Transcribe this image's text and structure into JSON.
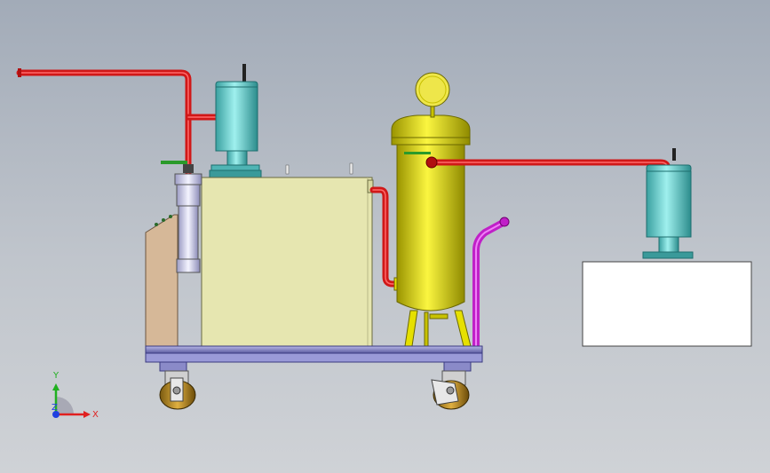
{
  "viewport": {
    "background_top": "#a2abb8",
    "background_bottom": "#cfd2d6"
  },
  "colors": {
    "pipe_red": "#d01818",
    "pipe_magenta": "#c020c8",
    "vessel_yellow": "#e6e000",
    "filter_cyan": "#6fd0d0",
    "cabinet_cream": "#e6e6b0",
    "panel_tan": "#d6b898",
    "frame_blue": "#8a8ac8",
    "valve_green": "#2a9a2a"
  },
  "components": {
    "main_pipe": {
      "icon": "pipe"
    },
    "left_filter": {
      "icon": "cylinder"
    },
    "tall_filter": {
      "icon": "cylinder"
    },
    "cabinet": {
      "icon": "box"
    },
    "control_panel": {
      "icon": "panel"
    },
    "vessel": {
      "icon": "tank"
    },
    "pressure_gauge": {
      "icon": "gauge"
    },
    "right_filter": {
      "icon": "cylinder"
    },
    "base_block": {
      "icon": "box"
    },
    "cart_frame": {
      "icon": "frame"
    },
    "caster_left": {
      "icon": "wheel"
    },
    "caster_right": {
      "icon": "wheel"
    }
  },
  "triad": {
    "x_label": "X",
    "y_label": "Y",
    "z_label": "Z",
    "x_color": "#e02020",
    "y_color": "#20b020",
    "z_color": "#2040e0"
  }
}
